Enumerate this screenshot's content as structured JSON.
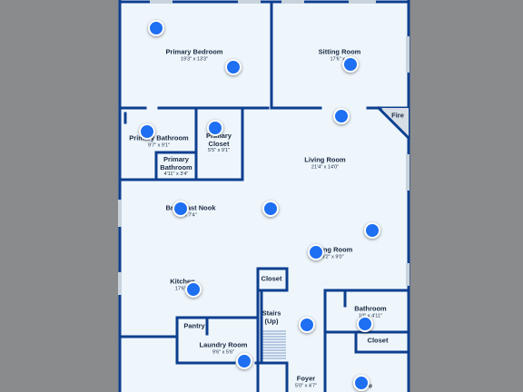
{
  "colors": {
    "background": "#8a8b8d",
    "floor": "#eef6fc",
    "wall": "#0d3f8f",
    "hotspot": "#1e6ff2"
  },
  "rooms": {
    "primary_bedroom": {
      "name": "Primary Bedroom",
      "dims": "19'3\" x 13'3\""
    },
    "sitting_room": {
      "name": "Sitting Room",
      "dims": "17'6\" x 1"
    },
    "fire": {
      "name": "Fire"
    },
    "primary_bathroom": {
      "name": "Primary Bathroom",
      "dims": "9'7\" x 9'1\""
    },
    "primary_closet": {
      "name": "Primary Closet",
      "dims": "5'5\" x 9'1\""
    },
    "primary_bathroom_2": {
      "name": "Primary Bathroom",
      "dims": "4'11\" x 3'4\""
    },
    "living_room": {
      "name": "Living Room",
      "dims": "21'4\" x 14'0\""
    },
    "breakfast_nook": {
      "name": "Breakfast Nook",
      "dims": "x 7'4\""
    },
    "dining_room": {
      "name": "Dining Room",
      "dims": "19'2\" x 9'0\""
    },
    "kitchen": {
      "name": "Kitchen",
      "dims": "17'6\" x"
    },
    "closet_stairs": {
      "name": "Closet"
    },
    "stairs": {
      "name": "Stairs (Up)"
    },
    "bathroom": {
      "name": "Bathroom",
      "dims": "10'' x 4'11\""
    },
    "closet_foyer": {
      "name": "Closet"
    },
    "pantry": {
      "name": "Pantry"
    },
    "laundry_room": {
      "name": "Laundry Room",
      "dims": "9'6\" x 5'6\""
    },
    "foyer": {
      "name": "Foyer",
      "dims": "5'0\" x 4'7\""
    },
    "bottom_right_room": {
      "name": "e"
    }
  }
}
